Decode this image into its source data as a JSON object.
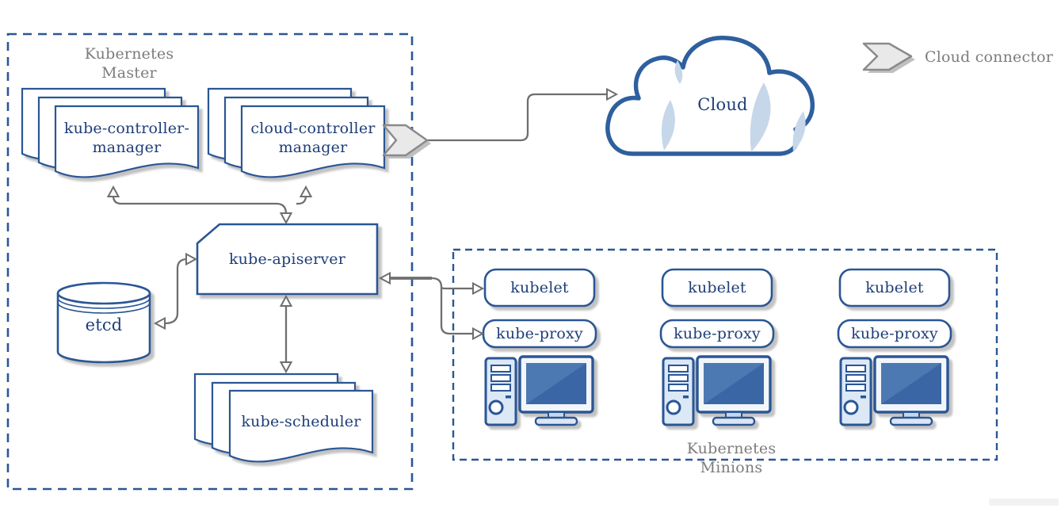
{
  "master": {
    "title": "Kubernetes\nMaster",
    "kube_controller_manager": "kube-controller-\nmanager",
    "cloud_controller_manager": "cloud-controller\nmanager",
    "kube_apiserver": "kube-apiserver",
    "etcd": "etcd",
    "kube_scheduler": "kube-scheduler"
  },
  "cloud": {
    "label": "Cloud"
  },
  "legend": {
    "cloud_connector": "Cloud connector"
  },
  "minions": {
    "title": "Kubernetes\nMinions",
    "columns": [
      {
        "kubelet": "kubelet",
        "kube_proxy": "kube-proxy"
      },
      {
        "kubelet": "kubelet",
        "kube_proxy": "kube-proxy"
      },
      {
        "kubelet": "kubelet",
        "kube_proxy": "kube-proxy"
      }
    ]
  },
  "colors": {
    "border_blue": "#2a5795",
    "text_navy": "#1e3e78",
    "label_gray": "#7c7c7c",
    "screen_blue": "#3a66a6",
    "screen_sheen": "#4e79b3",
    "light_blue_fill": "#dce8f6",
    "cloud_sliver": "#c7d7ea",
    "arrow_gray": "#6e6e6e",
    "connector_fill": "#e9e9e9",
    "connector_stroke": "#8a8a8a"
  }
}
